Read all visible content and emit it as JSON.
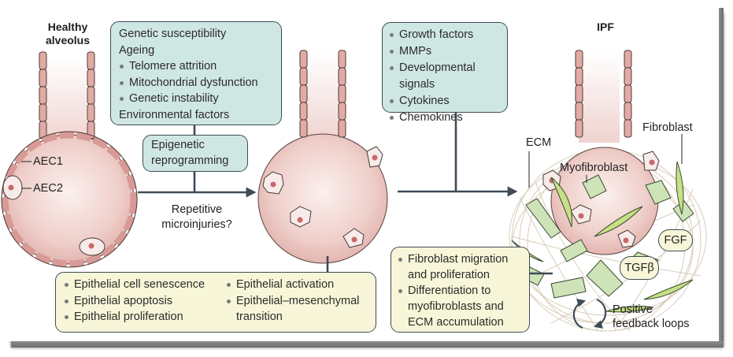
{
  "titles": {
    "healthy": "Healthy alveolus",
    "healthy_line1": "Healthy",
    "healthy_line2": "alveolus",
    "ipf": "IPF"
  },
  "cell_labels": {
    "aec1": "AEC1",
    "aec2": "AEC2",
    "ecm": "ECM",
    "fibroblast": "Fibroblast",
    "myofibroblast": "Myofibroblast"
  },
  "risk_box": {
    "genetic": "Genetic susceptibility",
    "ageing": "Ageing",
    "ageing_items": [
      "Telomere attrition",
      "Mitochondrial dysfunction",
      "Genetic instability"
    ],
    "environmental": "Environmental factors"
  },
  "epigenetic_box": {
    "line1": "Epigenetic",
    "line2": "reprogramming"
  },
  "injury_label": {
    "line1": "Repetitive",
    "line2": "microinjuries?"
  },
  "mediators_box": {
    "items": [
      "Growth factors",
      "MMPs",
      "Developmental signals",
      "Cytokines",
      "Chemokines"
    ]
  },
  "epithelial_box": {
    "col1": [
      "Epithelial cell senescence",
      "Epithelial  apoptosis",
      "Epithelial proliferation"
    ],
    "col2_item1": "Epithelial activation",
    "col2_item2_line1": "Epithelial–mesenchymal",
    "col2_item2_line2": "transition"
  },
  "fibroblast_box": {
    "item1_line1": "Fibroblast migration",
    "item1_line2": "and proliferation",
    "item2_line1": "Differentiation to",
    "item2_line2": "myofibroblasts and",
    "item2_line3": "ECM accumulation"
  },
  "signals": {
    "fgf": "FGF",
    "tgfb": "TGFβ"
  },
  "feedback": {
    "line1": "Positive",
    "line2": "feedback loops"
  },
  "colors": {
    "teal_box": "#cfe7e3",
    "cream_box": "#f8f6d8",
    "arrow": "#3f4b55",
    "alveolus_fill": "#f1d3cf",
    "cell_pink": "#d89a96",
    "nucleus": "#c9676a",
    "fibroblast_green": "#cfe3b8",
    "ecm_strand": "#d8cdb8"
  }
}
